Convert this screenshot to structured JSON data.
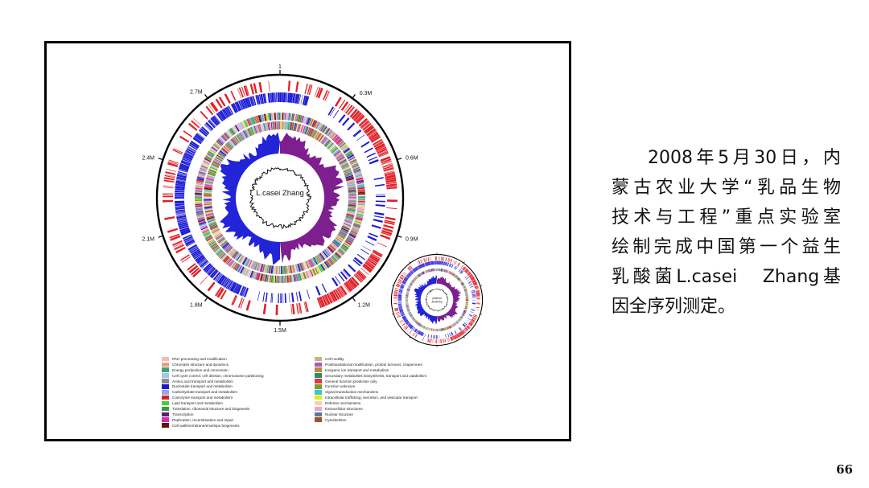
{
  "figure": {
    "genome_label": "L.casei Zhang",
    "tick_labels": [
      {
        "text": "1",
        "angle": 0
      },
      {
        "text": "0.3M",
        "angle": 37
      },
      {
        "text": "0.6M",
        "angle": 72
      },
      {
        "text": "0.9M",
        "angle": 108
      },
      {
        "text": "1.2M",
        "angle": 144
      },
      {
        "text": "1.5M",
        "angle": 180
      },
      {
        "text": "1.8M",
        "angle": 216
      },
      {
        "text": "2.1M",
        "angle": 252
      },
      {
        "text": "2.4M",
        "angle": 288
      },
      {
        "text": "2.7M",
        "angle": 324
      }
    ],
    "inset_label_line1": "plasmid",
    "inset_label_line2": "36,487bp",
    "colors": {
      "forward_strand": "#e21f26",
      "reverse_strand": "#1a1ad6",
      "gc_skew_positive": "#7d1f8e",
      "gc_skew_negative": "#2323d8",
      "gc_content": "#111111"
    },
    "legend_left": [
      {
        "label": "RNA processing and modification",
        "color": "#f4b9c0"
      },
      {
        "label": "Chromatin structure and dynamics",
        "color": "#e6a37a"
      },
      {
        "label": "Energy production and conversion",
        "color": "#3aa37a"
      },
      {
        "label": "Cell cycle control, cell division, chromosome partitioning",
        "color": "#9ec8ea"
      },
      {
        "label": "Amino acid transport and metabolism",
        "color": "#8a8a8a"
      },
      {
        "label": "Nucleotide transport and metabolism",
        "color": "#1a1ad6"
      },
      {
        "label": "Carbohydrate transport and metabolism",
        "color": "#9aa6e0"
      },
      {
        "label": "Coenzyme transport and metabolism",
        "color": "#d61f26"
      },
      {
        "label": "Lipid transport and metabolism",
        "color": "#3bd33b"
      },
      {
        "label": "Translation, ribosomal structure and biogenesis",
        "color": "#3d9b3d"
      },
      {
        "label": "Transcription",
        "color": "#5a1e78"
      },
      {
        "label": "Replication, recombination and repair",
        "color": "#d62ab3"
      },
      {
        "label": "Cell wall/membrane/envelope biogenesis",
        "color": "#6a1010"
      }
    ],
    "legend_right": [
      {
        "label": "Cell motility",
        "color": "#c8b28a"
      },
      {
        "label": "Posttranslational modification, protein turnover, chaperones",
        "color": "#a45fbf"
      },
      {
        "label": "Inorganic ion transport and metabolism",
        "color": "#b88a3a"
      },
      {
        "label": "Secondary metabolites biosynthesis, transport and catabolism",
        "color": "#2f8a6a"
      },
      {
        "label": "General function prediction only",
        "color": "#e03a3a"
      },
      {
        "label": "Function unknown",
        "color": "#7a9a3a"
      },
      {
        "label": "Signal transduction mechanisms",
        "color": "#3ac8c8"
      },
      {
        "label": "Intracellular trafficking, secretion, and vesicular transport",
        "color": "#e6e61a"
      },
      {
        "label": "Defense mechanisms",
        "color": "#f0d8a0"
      },
      {
        "label": "Extracellular structures",
        "color": "#f0a0d8"
      },
      {
        "label": "Nuclear structure",
        "color": "#5a7a9a"
      },
      {
        "label": "Cytoskeleton",
        "color": "#a0522d"
      }
    ]
  },
  "caption": {
    "line1": "2008年5月30日，内",
    "line2": "蒙古农业大学“乳品生物",
    "line3": "技术与工程”重点实验室",
    "line4": "绘制完成中国第一个益生",
    "line5": "乳酸菌L.casei　Zhang基",
    "line6": "因全序列测定。"
  },
  "page_number": "66"
}
